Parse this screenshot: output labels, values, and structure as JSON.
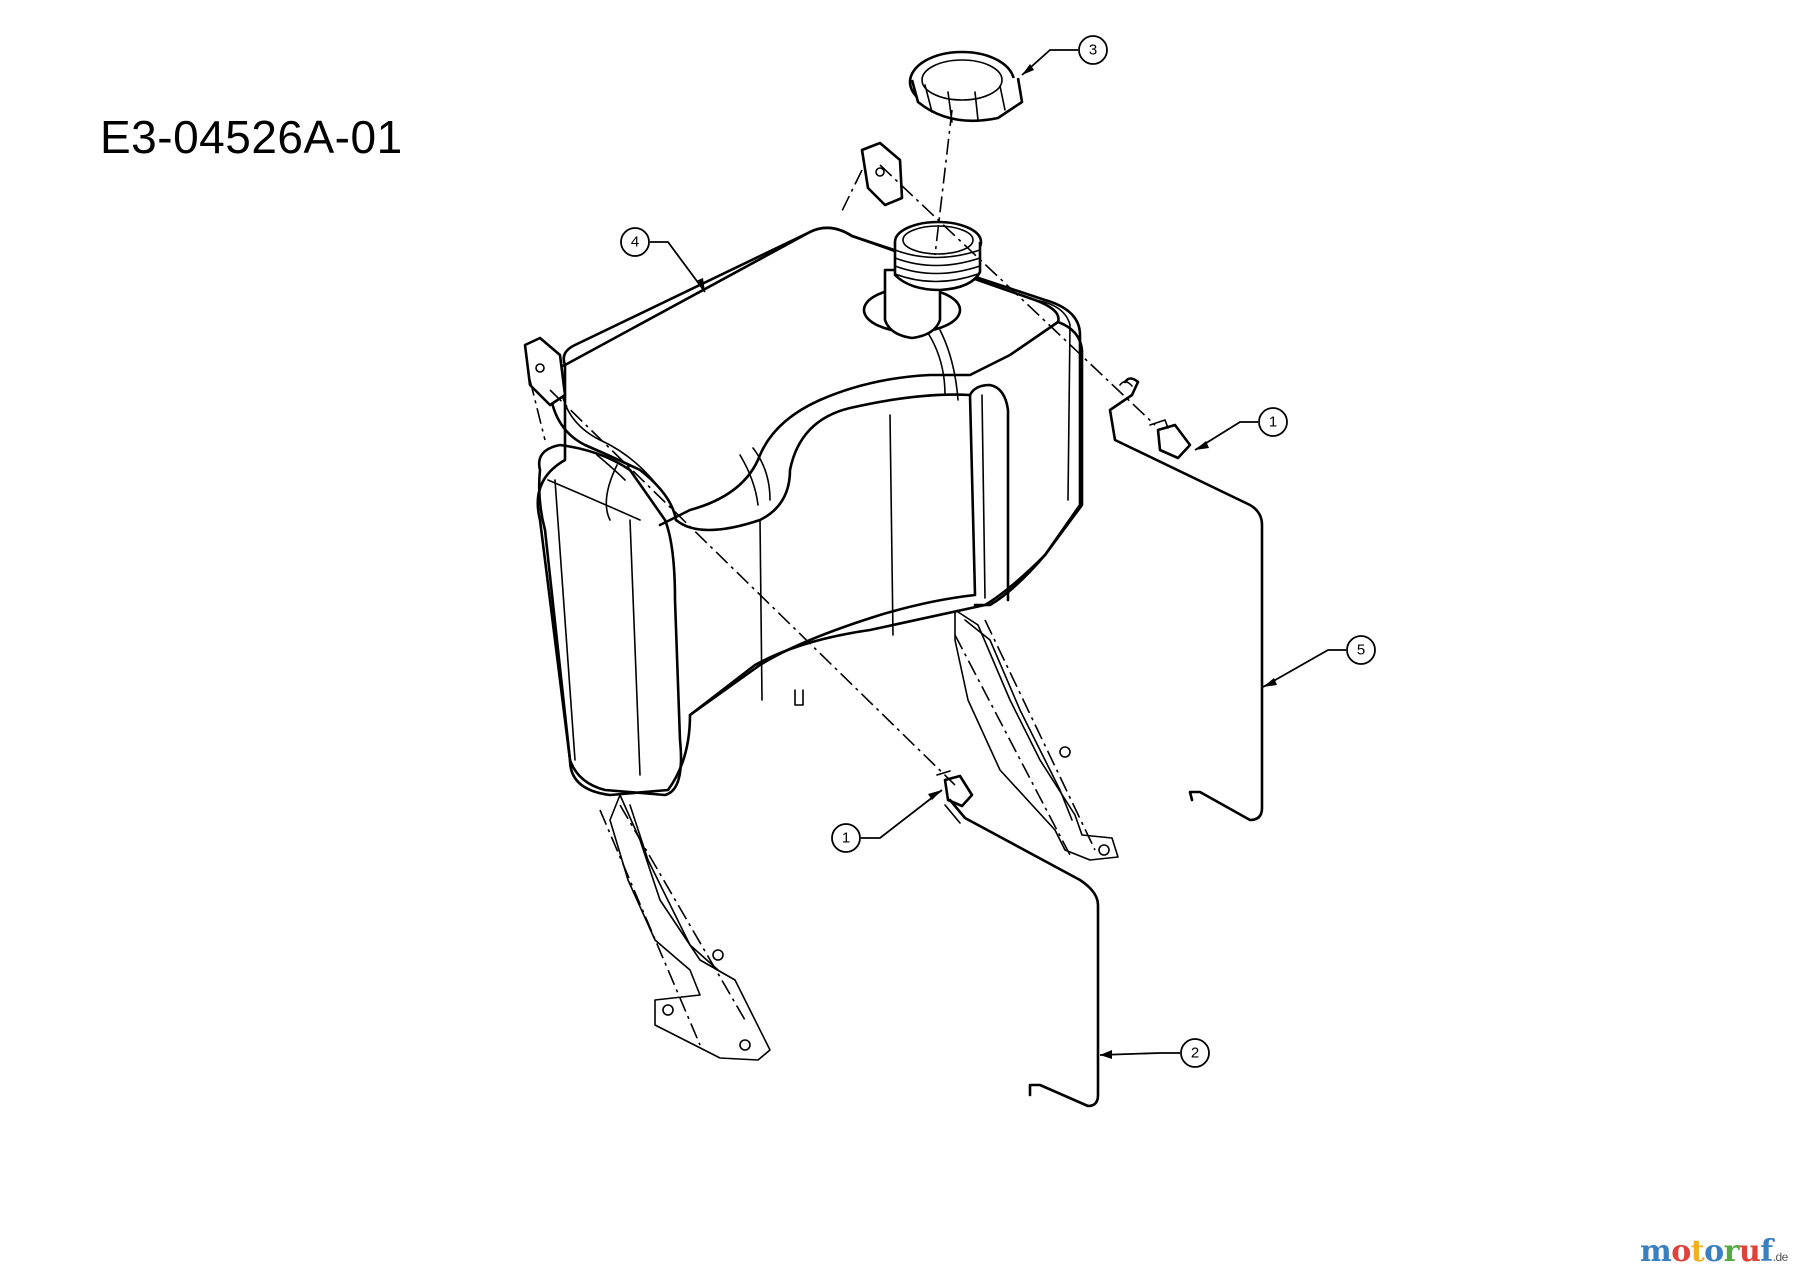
{
  "drawing_id": "E3-04526A-01",
  "callouts": [
    {
      "id": "callout-3",
      "label": "3"
    },
    {
      "id": "callout-4",
      "label": "4"
    },
    {
      "id": "callout-1-upper",
      "label": "1"
    },
    {
      "id": "callout-5",
      "label": "5"
    },
    {
      "id": "callout-1-lower",
      "label": "1"
    },
    {
      "id": "callout-2",
      "label": "2"
    }
  ],
  "logo": {
    "letters": [
      "m",
      "o",
      "t",
      "o",
      "r",
      "u",
      "f"
    ],
    "letter_colors": [
      "#3a7fc1",
      "#e0413a",
      "#f2b01e",
      "#3a7fc1",
      "#56a746",
      "#e0413a",
      "#3a7fc1"
    ],
    "suffix": ".de"
  }
}
